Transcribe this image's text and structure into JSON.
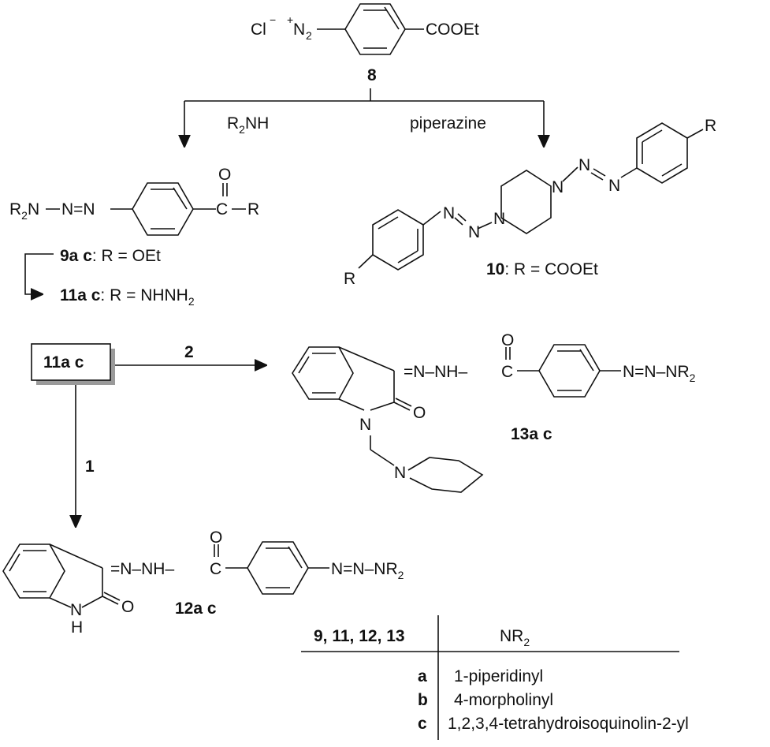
{
  "compound8": {
    "cl": "Cl",
    "cl_charge": "−",
    "plus": "+",
    "n2": "N",
    "n2_sub": "2",
    "cooet": "COOEt",
    "number": "8"
  },
  "reagents": {
    "r2nh": "R",
    "r2nh_sub": "2",
    "r2nh_rest": "NH",
    "piperazine": "piperazine"
  },
  "compound9": {
    "r2n": "R",
    "r2n_sub": "2",
    "r2n_rest": "N",
    "n_eq_n": "N=N",
    "carbonyl_o": "O",
    "carbonyl_c": "C",
    "r": "R",
    "label_num": "9a",
    "label_c": "c",
    "label_rest": ": R = OEt"
  },
  "compound11": {
    "label_num": "11a",
    "label_c": "c",
    "label_rest": ": R = NHNH",
    "label_sub": "2"
  },
  "compound10": {
    "r_top": "R",
    "r_bottom": "R",
    "n_labels": [
      "N",
      "N",
      "N",
      "N",
      "N",
      "N"
    ],
    "label_num": "10",
    "label_rest": ": R = COOEt"
  },
  "box": {
    "num": "11a",
    "c": "c"
  },
  "arrows": {
    "two": "2",
    "one": "1"
  },
  "compound13": {
    "hydrazone": "=N–NH–",
    "carbonyl_o": "O",
    "carbonyl_c": "C",
    "azo": "N=N–NR",
    "azo_sub": "2",
    "ring_n": "N",
    "lactam_o": "O",
    "pip_n": "N",
    "label_num": "13a",
    "label_c": "c"
  },
  "compound12": {
    "hydrazone": "=N–NH–",
    "carbonyl_o": "O",
    "carbonyl_c": "C",
    "azo": "N=N–NR",
    "azo_sub": "2",
    "nh_n": "N",
    "nh_h": "H",
    "lactam_o": "O",
    "label_num": "12a",
    "label_c": "c"
  },
  "table": {
    "header_left": "9, 11, 12, 13",
    "header_right": "NR",
    "header_right_sub": "2",
    "rows": [
      {
        "key": "a",
        "value": "1-piperidinyl"
      },
      {
        "key": "b",
        "value": "4-morpholinyl"
      },
      {
        "key": "c",
        "value": "1,2,3,4-tetrahydroisoquinolin-2-yl"
      }
    ]
  }
}
